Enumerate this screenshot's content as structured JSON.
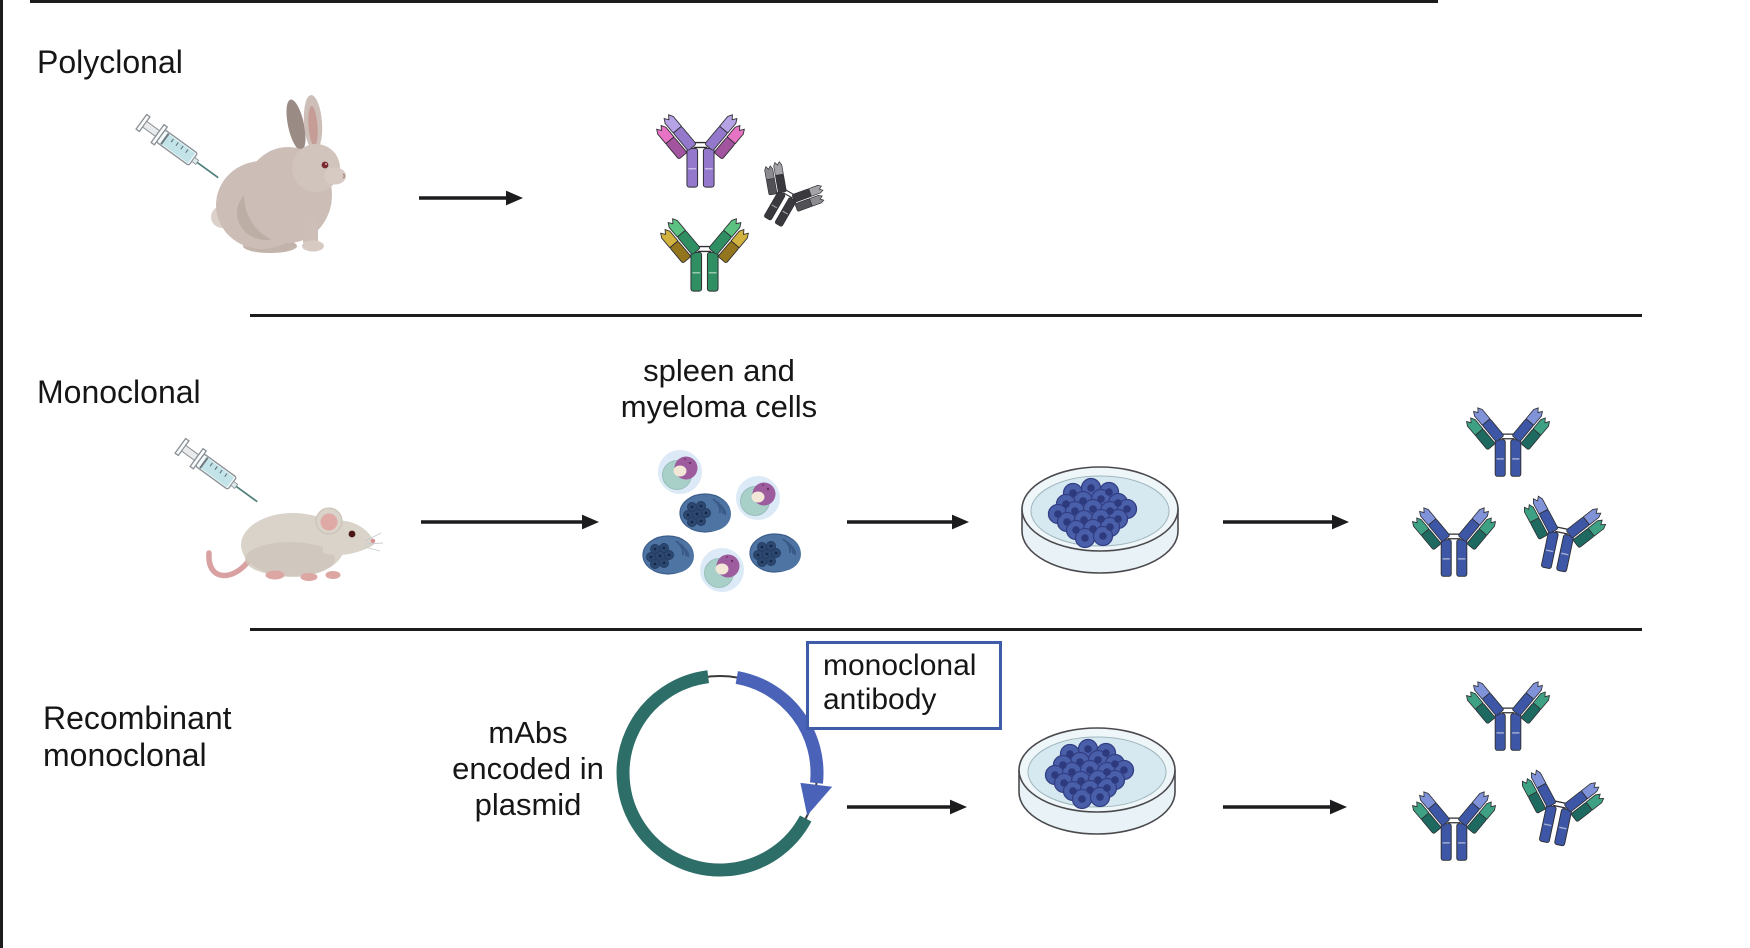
{
  "figure": {
    "type": "antibody-production-comparison-diagram",
    "rows": [
      {
        "id": "polyclonal",
        "label": "Polyclonal",
        "icons": [
          "syringe-icon",
          "rabbit-icon",
          "arrow-right-icon",
          "antibody-purple-icon",
          "antibody-gray-icon",
          "antibody-green-yellow-icon"
        ]
      },
      {
        "id": "monoclonal",
        "label": "Monoclonal",
        "cells_caption_lines": [
          "spleen and",
          "myeloma cells"
        ],
        "icons": [
          "syringe-icon",
          "mouse-icon",
          "arrow-right-icon",
          "spleen-myeloma-cells-icon",
          "petri-dish-icon",
          "antibody-blue-green-icon"
        ]
      },
      {
        "id": "recombinant-monoclonal",
        "label_lines": [
          "Recombinant",
          "monoclonal"
        ],
        "plasmid_caption_lines": [
          "mAbs",
          "encoded in",
          "plasmid"
        ],
        "callout_lines": [
          "monoclonal",
          "antibody"
        ],
        "icons": [
          "plasmid-icon",
          "arrow-right-icon",
          "petri-dish-icon",
          "antibody-blue-green-icon"
        ]
      }
    ],
    "palette": {
      "ink": "#1C1C1E",
      "callout_border": "#3F5CA8",
      "plasmid_backbone_teal": "#2E6E68",
      "plasmid_insert_blue": "#4A63B8",
      "petri_media_blue": "#D7E9F0",
      "colony_cell_blue": "#4A5FA9",
      "mab_blue": {
        "fc": "#3D57A6",
        "heavy_tip": "#8093D8",
        "light_tip": "#3FA183",
        "light_low": "#1E6A60"
      },
      "mab_purple": {
        "fc": "#9478CC",
        "heavy_tip": "#B5A3E6",
        "light_tip": "#E773C4",
        "light_low": "#A2549E"
      },
      "mab_gray": {
        "fc": "#3A3A3E",
        "heavy_tip": "#A4A4A8",
        "light_tip": "#8C8C90",
        "light_low": "#525256"
      },
      "mab_green_yellow": {
        "fc": "#2F8F63",
        "heavy_tip": "#5BC282",
        "light_tip": "#D2B23E",
        "light_low": "#93751D"
      },
      "spleen_cell": {
        "halo": "#D9E9F5",
        "cytoplasm": "#A9CFC9",
        "nucleus": "#9C5C9E",
        "vesicle": "#F3E8D8"
      },
      "myeloma_cell": {
        "body": "#4E74A4",
        "cluster": "#2C4870"
      },
      "rabbit_body": "#CCBEB7",
      "mouse_body": "#D9D3CA"
    }
  }
}
